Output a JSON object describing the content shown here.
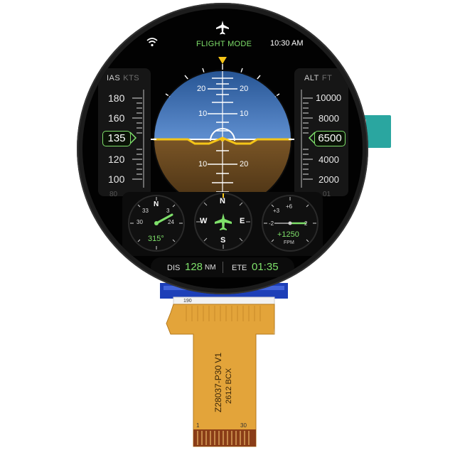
{
  "status_bar": {
    "mode": "FLIGHT MODE",
    "time": "10:30 AM",
    "wifi_icon": "wifi-icon",
    "plane_icon": "airplane-icon"
  },
  "airspeed": {
    "label": "IAS",
    "unit": "KTS",
    "ticks": [
      "180",
      "160",
      "120",
      "100"
    ],
    "faded_tick": "80",
    "current": "135"
  },
  "altitude": {
    "label": "ALT",
    "unit": "FT",
    "ticks": [
      "10000",
      "8000",
      "4000",
      "2000"
    ],
    "faded_tick": "01",
    "current": "6500"
  },
  "attitude": {
    "pitch_up_outer": "20",
    "pitch_up_inner": "10",
    "pitch_down": "10",
    "pitch_down_outer": "20",
    "sky_color": "#3d6fb3",
    "ground_color": "#6a4a21"
  },
  "gauges": {
    "heading": {
      "north": "N",
      "labels": [
        "3",
        "33",
        "30",
        "24"
      ],
      "value": "315°"
    },
    "compass": {
      "n": "N",
      "e": "E",
      "s": "S",
      "w": "W"
    },
    "vsi": {
      "plus3": "+3",
      "plus6": "+6",
      "minus2": "-2",
      "right2": "2",
      "value": "+1250",
      "unit": "FPM"
    }
  },
  "bottom_bar": {
    "dis_label": "DIS",
    "dis_value": "128",
    "dis_unit": "NM",
    "ete_label": "ETE",
    "ete_value": "01:35"
  },
  "flex_cable": {
    "part_line1": "Z28037-P30 V1",
    "part_line2": "2612 BCX",
    "pin_start": "1",
    "pin_end": "30",
    "pin_top": "190"
  },
  "colors": {
    "accent_green": "#7ee06a",
    "accent_yellow": "#f5c518",
    "flex_orange": "#e3a43a",
    "connector_teal": "#2aa6a0"
  }
}
